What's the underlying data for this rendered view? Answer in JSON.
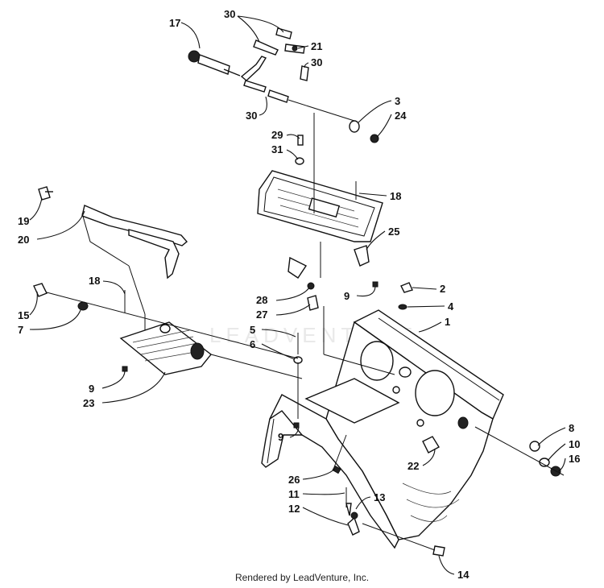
{
  "callouts": {
    "c30a": "30",
    "c17": "17",
    "c21": "21",
    "c30b": "30",
    "c30c": "30",
    "c3": "3",
    "c24": "24",
    "c29": "29",
    "c31": "31",
    "c18a": "18",
    "c25": "25",
    "c19": "19",
    "c20": "20",
    "c18b": "18",
    "c15": "15",
    "c7": "7",
    "c9a": "9",
    "c28": "28",
    "c27": "27",
    "c2": "2",
    "c4": "4",
    "c1": "1",
    "c5": "5",
    "c6": "6",
    "c9b": "9",
    "c23": "23",
    "c9c": "9",
    "c8": "8",
    "c10": "10",
    "c16": "16",
    "c22": "22",
    "c26": "26",
    "c11": "11",
    "c13": "13",
    "c12": "12",
    "c14": "14"
  },
  "watermark": "LEADVENTURE",
  "footer": "Rendered by LeadVenture, Inc."
}
